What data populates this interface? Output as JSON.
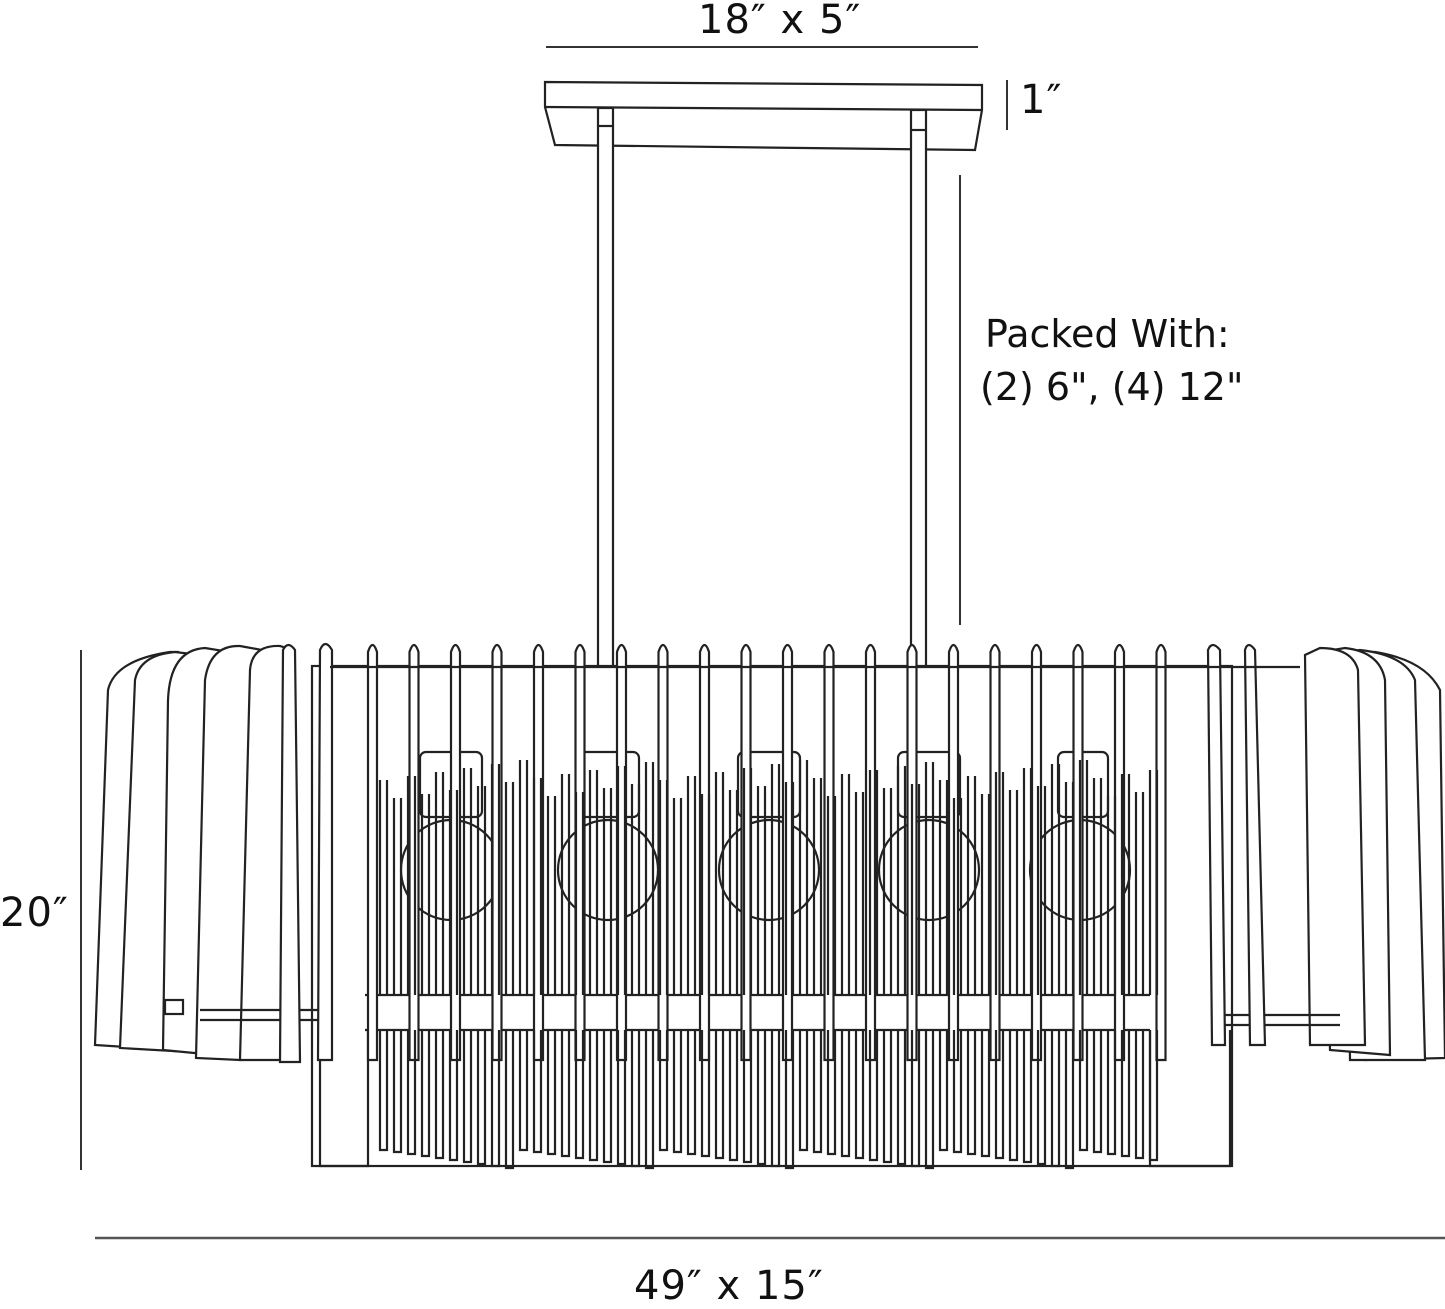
{
  "diagram": {
    "subject": "Linear chandelier dimension drawing",
    "canopy": {
      "dimension_label": "18″ x 5″",
      "height_label": "1″"
    },
    "rods": {
      "note_line_1": "Packed With:",
      "note_line_2": "(2) 6\", (4) 12\""
    },
    "fixture": {
      "height_label": "20″",
      "dimension_label": "49″ x 15″",
      "bulb_count": 5
    },
    "colors": {
      "line": "#222222",
      "background": "#ffffff"
    }
  }
}
